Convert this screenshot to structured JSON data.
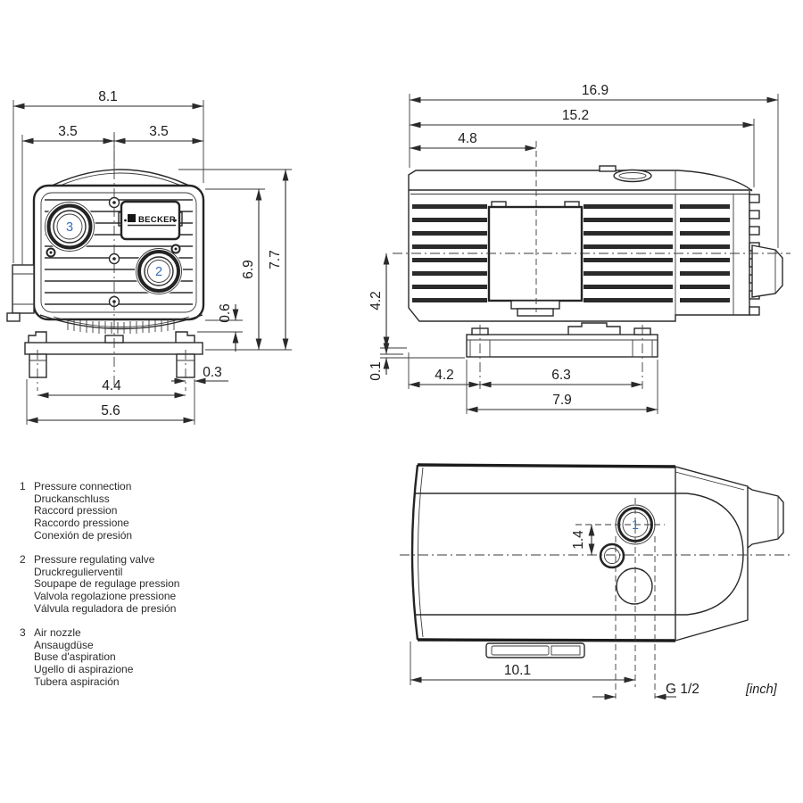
{
  "brand": "BECKER",
  "unit_note": "[inch]",
  "colors": {
    "line": "#2a2a2a",
    "callout_blue": "#3a6db8"
  },
  "front": {
    "total_width": "8.1",
    "left_offset": "3.5",
    "right_offset": "3.5",
    "body_height": "6.9",
    "total_height": "7.7",
    "base_height": "0.6",
    "foot_edge_offset": "0.3",
    "foot_spacing": "4.4",
    "base_width": "5.6",
    "callout_air_nozzle": "3",
    "callout_valve": "2"
  },
  "side": {
    "total_length": "16.9",
    "housing_length": "15.2",
    "valve_offset": "4.8",
    "axis_height": "4.2",
    "base_clearance": "0.1",
    "foot_front_offset": "4.2",
    "foot_spacing": "6.3",
    "rail_length": "7.9"
  },
  "top": {
    "port_offset_y": "1.4",
    "port_offset_x": "10.1",
    "thread_size": "G 1/2",
    "callout_pressure": "1"
  },
  "legend": [
    {
      "num": "1",
      "lines": [
        "Pressure connection",
        "Druckanschluss",
        "Raccord pression",
        "Raccordo pressione",
        "Conexión de presión"
      ]
    },
    {
      "num": "2",
      "lines": [
        "Pressure regulating valve",
        "Druckregulierventil",
        "Soupape de regulage pression",
        "Valvola regolazione pressione",
        "Válvula reguladora de presión"
      ]
    },
    {
      "num": "3",
      "lines": [
        "Air nozzle",
        "Ansaugdüse",
        "Buse d'aspiration",
        "Ugello di aspirazione",
        "Tubera aspiración"
      ]
    }
  ]
}
